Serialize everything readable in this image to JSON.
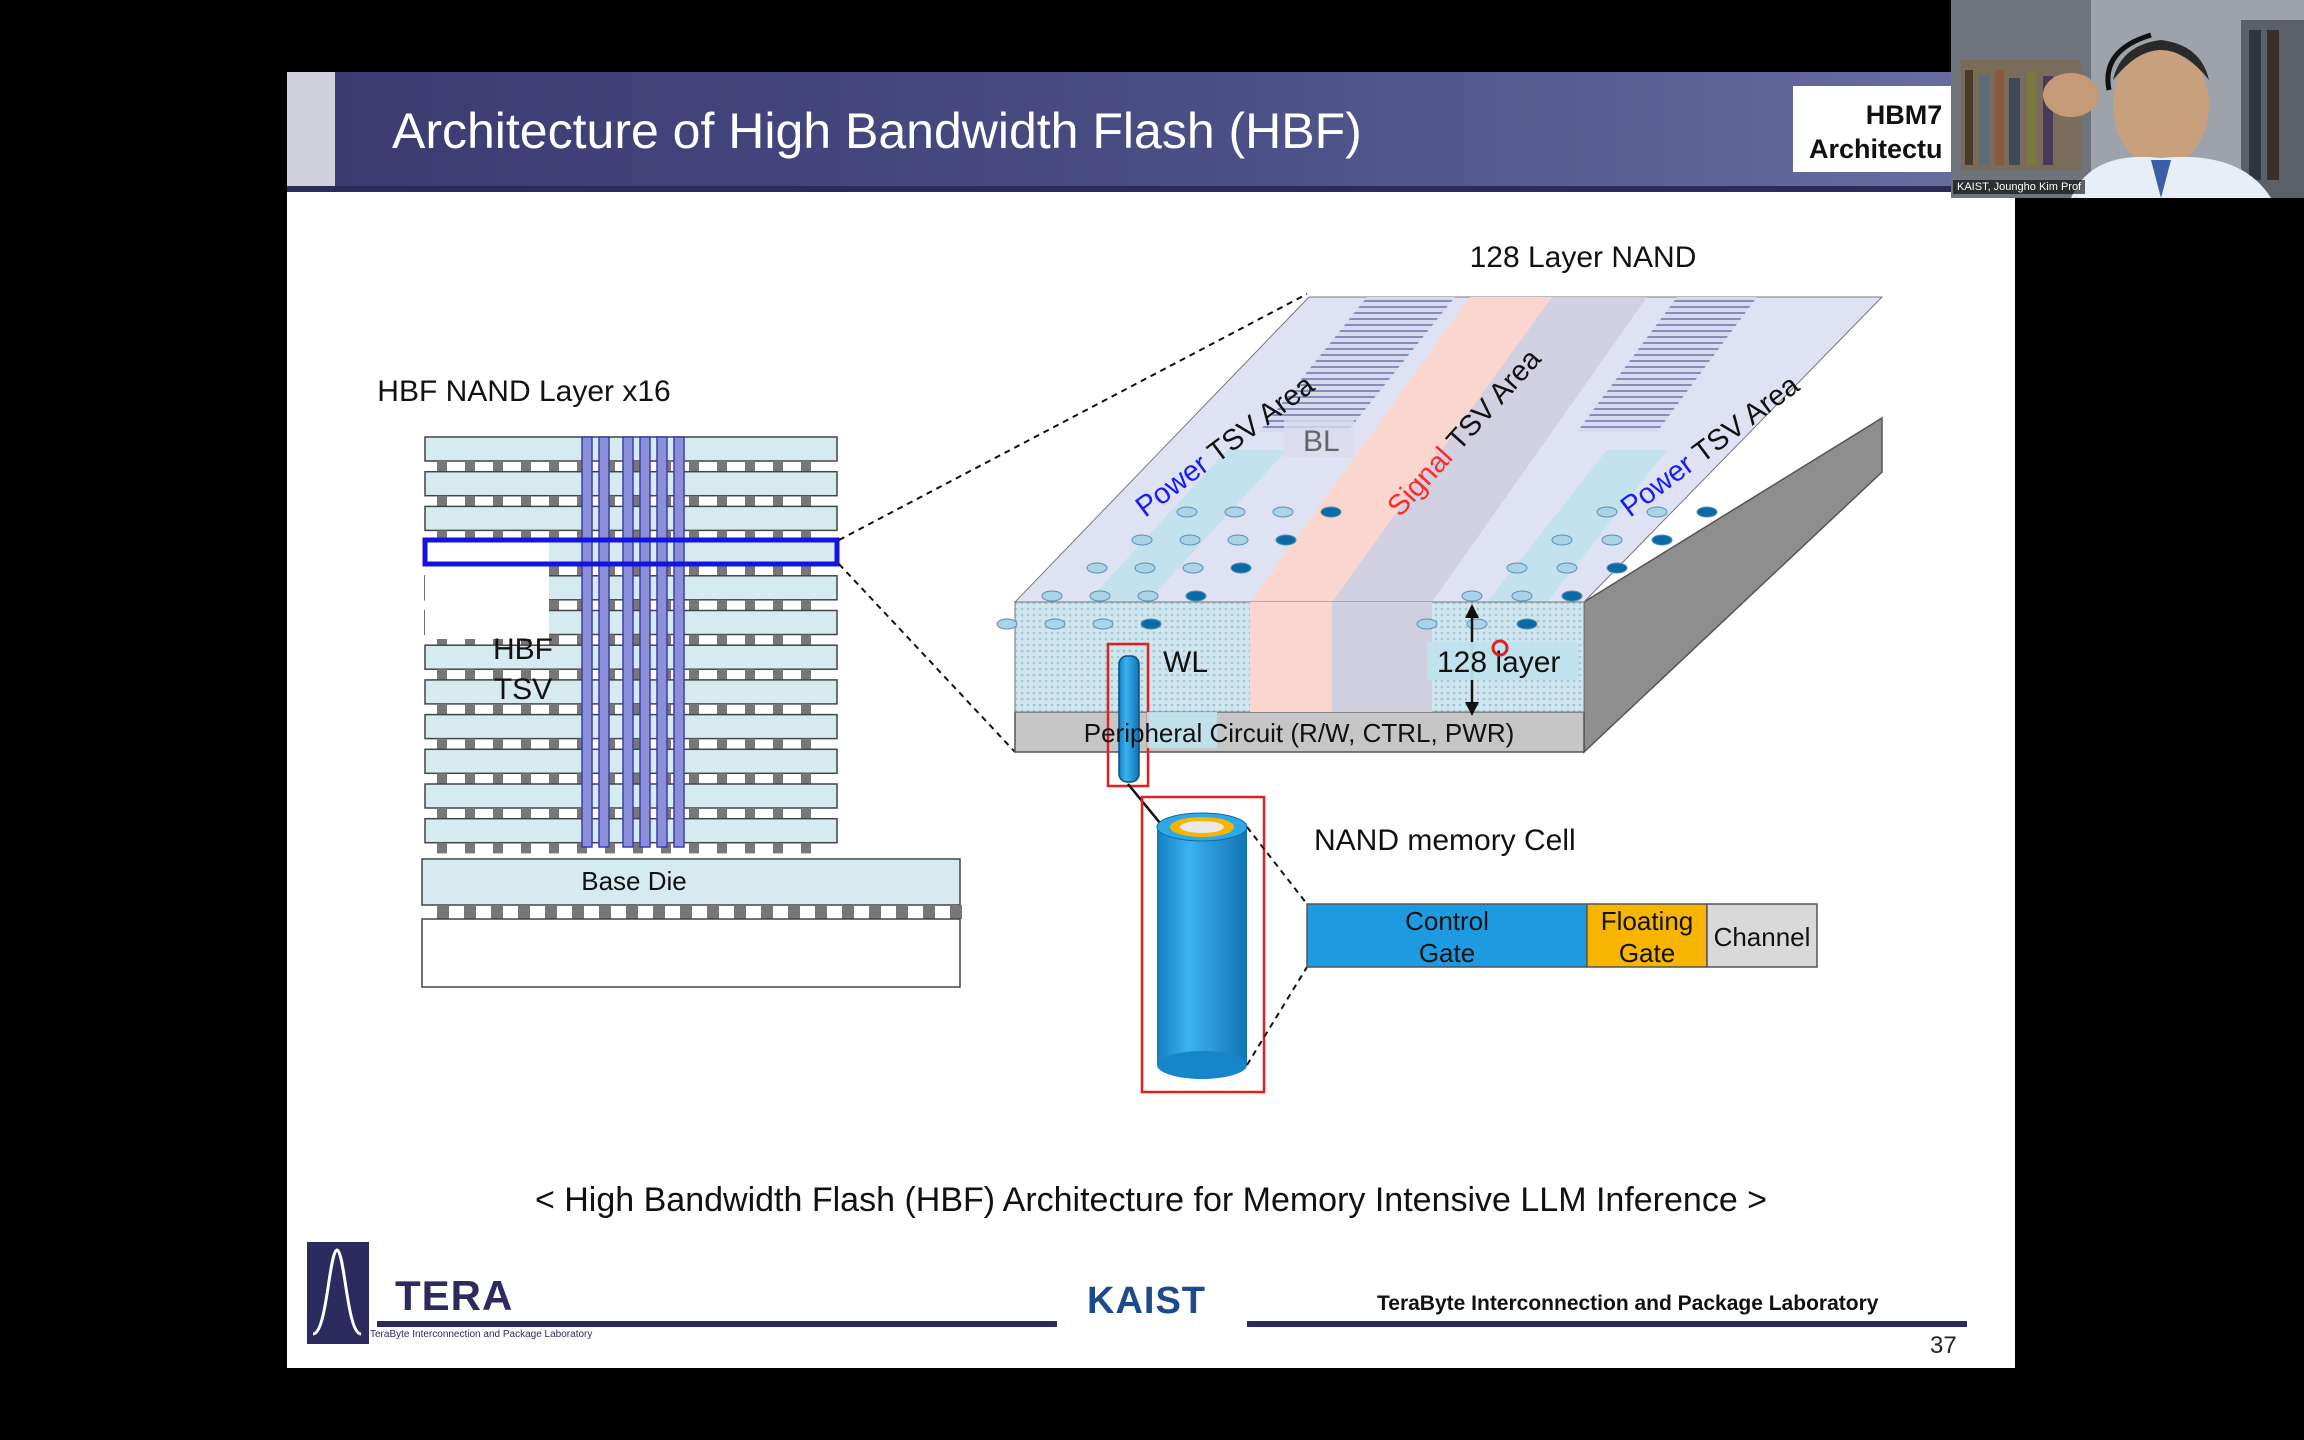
{
  "slide": {
    "title": "Architecture of High Bandwidth Flash (HBF)",
    "hbm_box": {
      "line1": "HBM7",
      "line2": "Architectu"
    },
    "caption": "< High Bandwidth Flash (HBF) Architecture for Memory Intensive LLM Inference >",
    "page_number": "37"
  },
  "left_diagram": {
    "title": "HBF NAND Layer x16",
    "tsv_label_1": "HBF",
    "tsv_label_2": "TSV",
    "base_die": "Base Die"
  },
  "nand_diagram": {
    "title": "128 Layer NAND",
    "power_word": "Power",
    "signal_word": "Signal",
    "tsv_area": "TSV Area",
    "bl_label": "BL",
    "wl_label": "WL",
    "layer_label": "128 layer",
    "peripheral": "Peripheral Circuit (R/W, CTRL, PWR)"
  },
  "cell_diagram": {
    "title": "NAND memory Cell",
    "control_gate_1": "Control",
    "control_gate_2": "Gate",
    "floating_gate_1": "Floating",
    "floating_gate_2": "Gate",
    "channel": "Channel"
  },
  "footer": {
    "logo": "TERA",
    "logo_sub": "TeraByte Interconnection and Package Laboratory",
    "kaist": "KAIST",
    "lab": "TeraByte Interconnection and Package Laboratory"
  },
  "webcam": {
    "label": "KAIST, Joungho Kim Prof"
  },
  "colors": {
    "title_bar": "#3a3a70",
    "power_blue": "#1a1aff",
    "signal_red": "#ff2a2a",
    "cell_blue": "#1e9be0",
    "floating_gold": "#f7b500"
  }
}
